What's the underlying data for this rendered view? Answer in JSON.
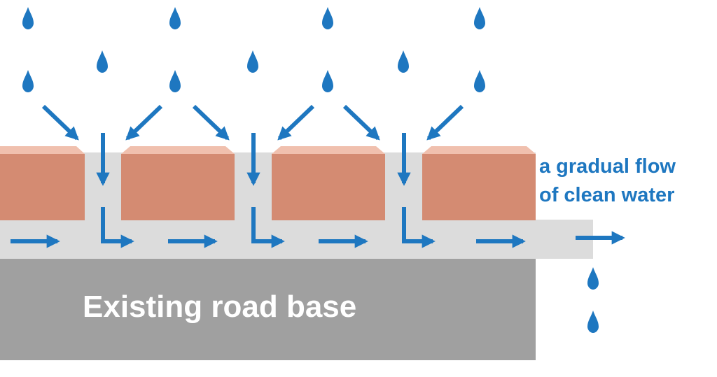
{
  "labels": {
    "flow_line1": "a gradual flow",
    "flow_line2": "of clean water",
    "road_base": "Existing road base"
  },
  "colors": {
    "water": "#1e77c0",
    "paver": "#d48b72",
    "paver_bevel": "#f0c0ae",
    "aggregate_layer": "#dcdcdc",
    "road_base": "#a0a0a0",
    "road_base_text": "#ffffff",
    "background": "#ffffff"
  },
  "icons": {
    "raindrop": "raindrop-icon",
    "flow_arrow": "arrow-icon"
  }
}
